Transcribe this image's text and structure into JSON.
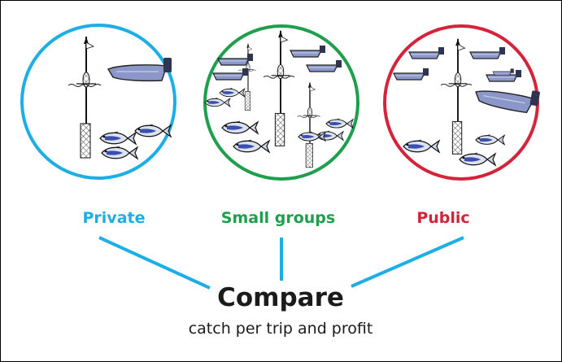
{
  "colors": {
    "private": "#1eaee6",
    "small_groups": "#1f9e4d",
    "public": "#d4243b",
    "text": "#1b1b1b"
  },
  "groups": [
    {
      "label": "Private",
      "boats": 1,
      "fish": 3
    },
    {
      "label": "Small groups",
      "boats": 4,
      "fish": 7
    },
    {
      "label": "Public",
      "boats": 6,
      "fish": 3
    }
  ],
  "compare": {
    "title": "Compare",
    "subtitle": "catch per trip and profit"
  }
}
